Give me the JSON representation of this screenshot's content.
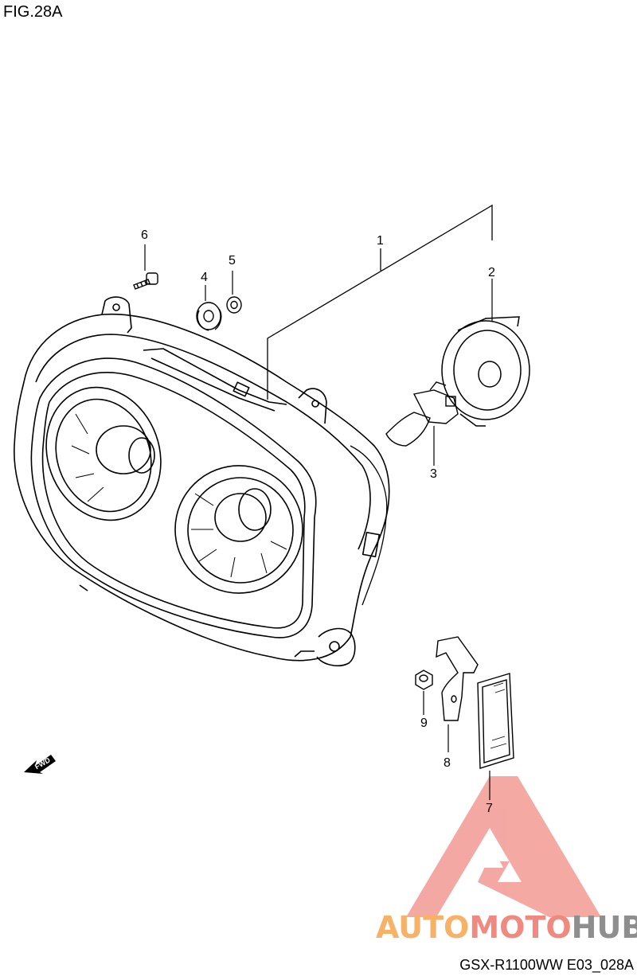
{
  "figure": {
    "title": "FIG.28A",
    "model_code": "GSX-R1100WW  E03_028A"
  },
  "callouts": {
    "c1": "1",
    "c2": "2",
    "c3": "3",
    "c4": "4",
    "c5": "5",
    "c6": "6",
    "c7": "7",
    "c8": "8",
    "c9": "9"
  },
  "fwd_label": "FWD",
  "watermark": {
    "part_a": "AUTO",
    "part_b": "MOTO",
    "part_c": "HUB",
    "color_a": "#f7b267",
    "color_b": "#f08a80",
    "color_c": "#8e8e8e",
    "logo_color": "#f39a93"
  }
}
